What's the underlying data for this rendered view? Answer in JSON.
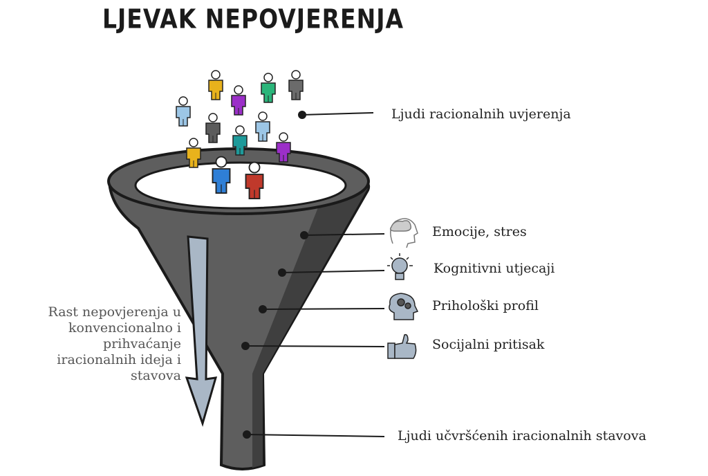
{
  "title": "LJEVAK NEPOVJERENJA",
  "labels": {
    "top": "Ljudi racionalnih uvjerenja",
    "factors": [
      {
        "text": "Emocije, stres",
        "icon": "head-cloud-icon"
      },
      {
        "text": "Kognitivni utjecaji",
        "icon": "lightbulb-icon"
      },
      {
        "text": "Prihološki profil",
        "icon": "head-gears-icon"
      },
      {
        "text": "Socijalni pritisak",
        "icon": "thumbs-up-icon"
      }
    ],
    "bottom": "Ljudi učvršćenih iracionalnih stavova",
    "arrow": "Rast nepovjerenja u\nkonvencionalno i\nprihvaćanje\niracionalnih ideja i\nstavova"
  },
  "colors": {
    "funnel": "#5e5e5e",
    "funnel_dark": "#3f3f3f",
    "arrow": "#a9b7c6",
    "people": [
      "#e8b21c",
      "#9b2fc8",
      "#2bb57a",
      "#6b6b6b",
      "#9cc6e6",
      "#5c5c5c",
      "#9cc6e6",
      "#1e9a9a",
      "#9b2fc8",
      "#e8b21c",
      "#2f7fd6",
      "#c0392b"
    ]
  }
}
